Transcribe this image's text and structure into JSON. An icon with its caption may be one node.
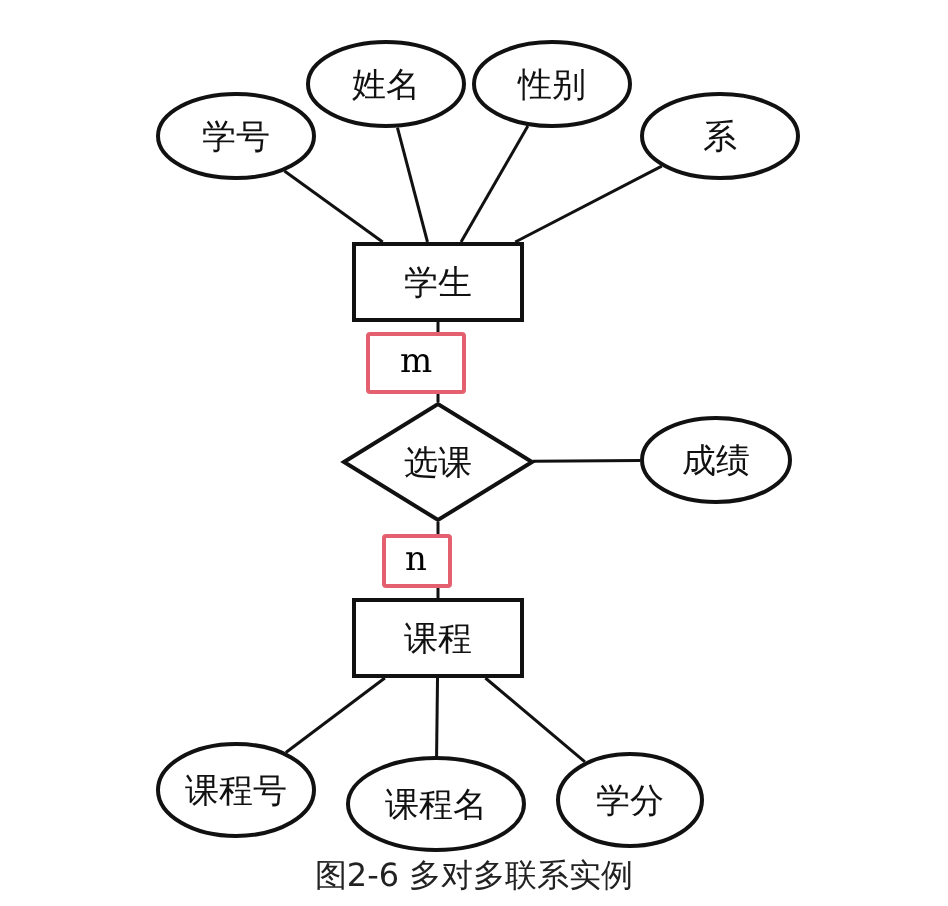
{
  "diagram": {
    "caption": "图2-6 多对多联系实例",
    "nodes": [
      {
        "text": [
          "学号"
        ]
      },
      {
        "text": [
          "姓名"
        ]
      },
      {
        "text": [
          "性别"
        ]
      },
      {
        "text": [
          "系"
        ]
      },
      {
        "text": [
          "学生"
        ]
      },
      {
        "text": [
          "选课"
        ]
      },
      {
        "text": [
          "成绩"
        ]
      },
      {
        "text": [
          "课程"
        ]
      },
      {
        "text": [
          "课程号"
        ]
      },
      {
        "text": [
          "课程名"
        ]
      },
      {
        "text": [
          "学分"
        ]
      }
    ],
    "edges": [
      {
        "from": 0,
        "to": 4,
        "arrow": "none"
      },
      {
        "from": 1,
        "to": 4,
        "arrow": "none"
      },
      {
        "from": 2,
        "to": 4,
        "arrow": "none"
      },
      {
        "from": 3,
        "to": 4,
        "arrow": "none"
      },
      {
        "from": 4,
        "to": 5,
        "arrow": "none",
        "label": "m"
      },
      {
        "from": 5,
        "to": 6,
        "arrow": "none"
      },
      {
        "from": 5,
        "to": 7,
        "arrow": "none",
        "label": "n"
      },
      {
        "from": 7,
        "to": 8,
        "arrow": "none"
      },
      {
        "from": 7,
        "to": 9,
        "arrow": "none"
      },
      {
        "from": 7,
        "to": 10,
        "arrow": "none"
      }
    ]
  }
}
